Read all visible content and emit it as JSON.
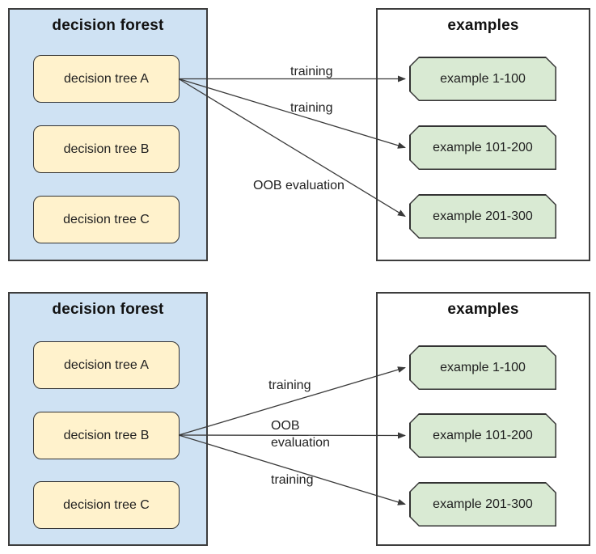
{
  "panels": [
    {
      "forest": {
        "title": "decision forest",
        "trees": [
          "decision tree A",
          "decision tree B",
          "decision tree C"
        ]
      },
      "examples": {
        "title": "examples",
        "items": [
          "example 1-100",
          "example 101-200",
          "example 201-300"
        ]
      },
      "arrow_source": "decision tree A",
      "arrows": [
        {
          "from": "decision tree A",
          "to": "example 1-100",
          "label": "training"
        },
        {
          "from": "decision tree A",
          "to": "example 101-200",
          "label": "training"
        },
        {
          "from": "decision tree A",
          "to": "example 201-300",
          "label": "OOB evaluation"
        }
      ]
    },
    {
      "forest": {
        "title": "decision forest",
        "trees": [
          "decision tree A",
          "decision tree B",
          "decision tree C"
        ]
      },
      "examples": {
        "title": "examples",
        "items": [
          "example 1-100",
          "example 101-200",
          "example 201-300"
        ]
      },
      "arrow_source": "decision tree B",
      "arrows": [
        {
          "from": "decision tree B",
          "to": "example 1-100",
          "label": "training"
        },
        {
          "from": "decision tree B",
          "to": "example 101-200",
          "label": "OOB\nevaluation"
        },
        {
          "from": "decision tree B",
          "to": "example 201-300",
          "label": "training"
        }
      ]
    }
  ],
  "colors": {
    "forest_fill": "#cfe2f3",
    "tree_fill": "#fff2cc",
    "example_fill": "#d9ead3",
    "border": "#333333",
    "arrow": "#3a3a3a",
    "background": "#ffffff"
  }
}
